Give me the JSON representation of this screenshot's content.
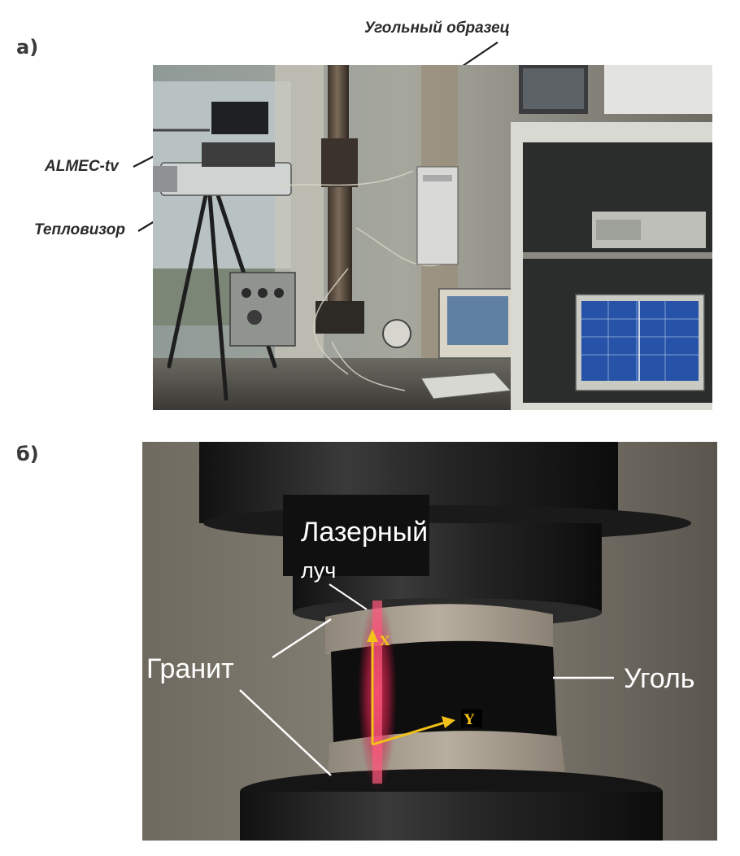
{
  "figure": {
    "panel_a": {
      "label": "а)",
      "callouts": {
        "sample": "Угольный образец",
        "almec": "ALMEC-tv",
        "thermal": "Тепловизор"
      }
    },
    "panel_b": {
      "label": "б)",
      "callouts": {
        "laser_line1": "Лазерный",
        "laser_line2": "луч",
        "granite": "Гранит",
        "coal": "Уголь",
        "axis_x": "X",
        "axis_y": "Y"
      }
    }
  }
}
